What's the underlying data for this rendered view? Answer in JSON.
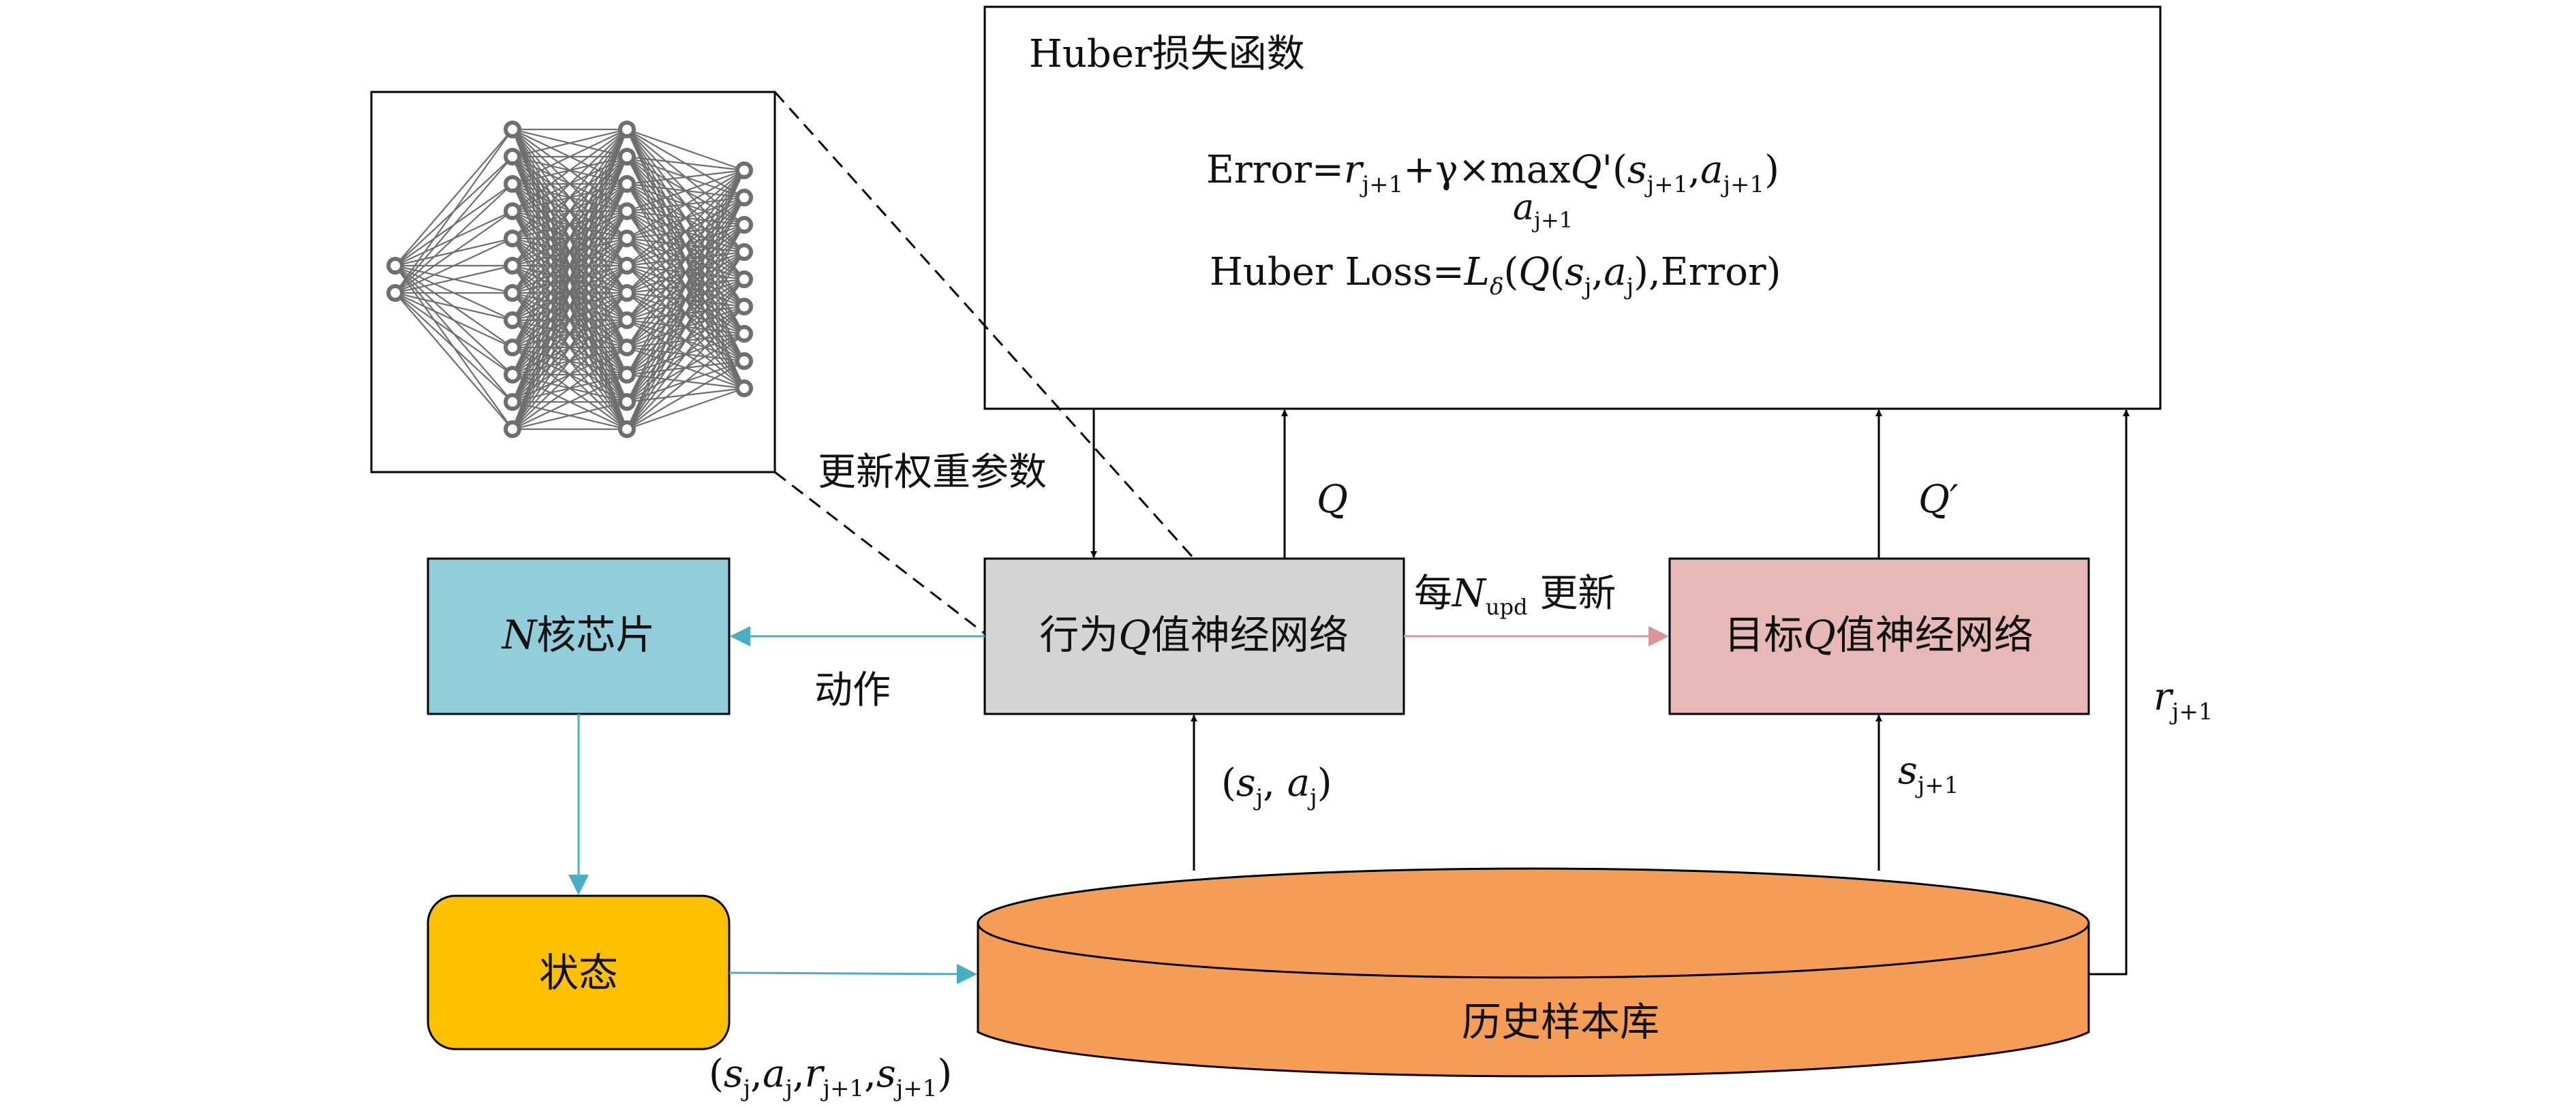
{
  "colors": {
    "chip_fill": "#92CDDC",
    "state_fill": "#FFC000",
    "behavior_fill": "#D4D4D4",
    "target_fill": "#E6B9B8",
    "history_fill": "#F59D56",
    "arrow_blue": "#4BACC6",
    "arrow_pink": "#D99694",
    "line": "#000000",
    "nn_gray": "#6E6E6E"
  },
  "loss_box": {
    "title": "Huber损失函数",
    "error_prefix": "Error=",
    "r": "r",
    "r_sub": "j+1",
    "plus_gamma_times": "+γ×",
    "max": "max",
    "max_sub_a": "a",
    "max_sub_idx": "j+1",
    "q_prime": "Q'",
    "open_paren": "(",
    "s": "s",
    "s_sub": "j+1",
    "comma": ",",
    "a": "a",
    "a_sub": "j+1",
    "close_paren": ")",
    "loss_prefix": "Huber Loss=",
    "L": "L",
    "delta": "δ",
    "Q": "Q",
    "sj": "s",
    "sj_sub": "j",
    "aj": "a",
    "aj_sub": "j",
    "error_suffix": "),Error)"
  },
  "labels": {
    "update_weights": "更新权重参数",
    "q": "Q",
    "q_prime": "Q′",
    "every_prefix": "每",
    "every_n": "N",
    "every_sub": "upd",
    "every_suffix": " 更新",
    "action": "动作",
    "r_next": "r",
    "r_next_sub": "j+1",
    "s_next": "s",
    "s_next_sub": "j+1",
    "sa_open": "(",
    "sa_s": "s",
    "sa_s_sub": "j",
    "sa_comma": ", ",
    "sa_a": "a",
    "sa_a_sub": "j",
    "sa_close": ")",
    "tuple_open": "(",
    "tuple_s": "s",
    "tuple_s_sub": "j",
    "tuple_c1": ",",
    "tuple_a": "a",
    "tuple_a_sub": "j",
    "tuple_c2": ",",
    "tuple_r": "r",
    "tuple_r_sub": "j+1",
    "tuple_c3": ",",
    "tuple_s2": "s",
    "tuple_s2_sub": "j+1",
    "tuple_close": ")"
  },
  "nodes": {
    "chip": {
      "n": "N",
      "label": "核芯片"
    },
    "state": {
      "label": "状态"
    },
    "behavior": {
      "pre": "行为",
      "q": "Q",
      "post": "值神经网络"
    },
    "target": {
      "pre": "目标",
      "q": "Q",
      "post": "值神经网络"
    },
    "history": {
      "label": "历史样本库"
    }
  },
  "network": {
    "layers": [
      2,
      12,
      12,
      9
    ]
  }
}
